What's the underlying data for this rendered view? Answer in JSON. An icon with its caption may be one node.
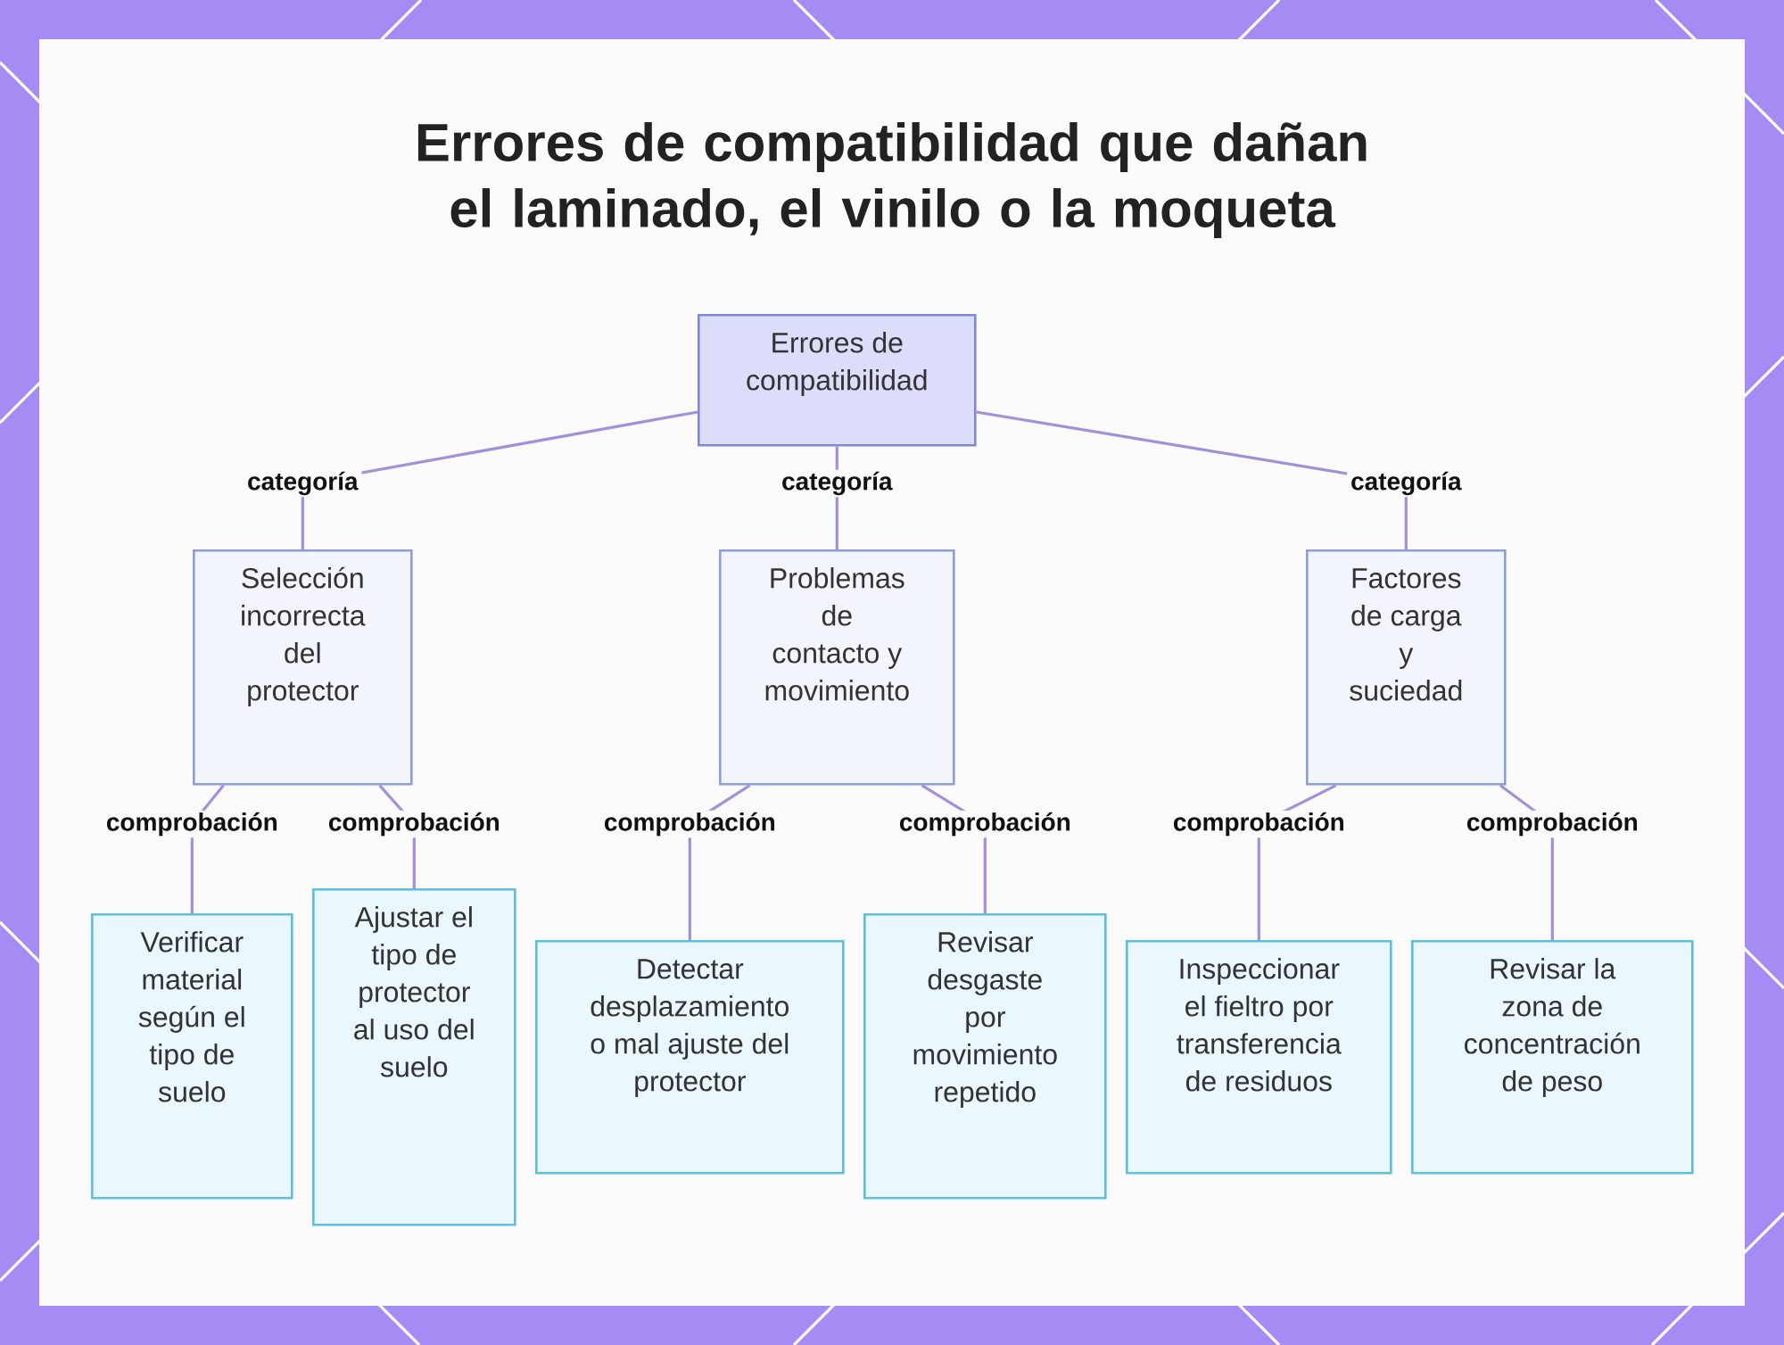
{
  "diagram": {
    "title": "Errores de compatibilidad que dañan el laminado, el vinilo o la moqueta",
    "nodes": [
      {
        "text": [
          "Errores de compatibilidad"
        ]
      },
      {
        "text": [
          "Selección incorrecta del protector"
        ]
      },
      {
        "text": [
          "Problemas de contacto y movimiento"
        ]
      },
      {
        "text": [
          "Factores de carga y suciedad"
        ]
      },
      {
        "text": [
          "Verificar material según el tipo de suelo"
        ]
      },
      {
        "text": [
          "Ajustar el tipo de protector al uso del suelo"
        ]
      },
      {
        "text": [
          "Detectar desplazamiento o mal ajuste del protector"
        ]
      },
      {
        "text": [
          "Revisar desgaste por movimiento repetido"
        ]
      },
      {
        "text": [
          "Inspeccionar el fieltro por transferencia de residuos"
        ]
      },
      {
        "text": [
          "Revisar la zona de concentración de peso"
        ]
      }
    ],
    "edges": [
      {
        "from": 0,
        "to": 1,
        "arrow": "none",
        "label": "categoría"
      },
      {
        "from": 0,
        "to": 2,
        "arrow": "none",
        "label": "categoría"
      },
      {
        "from": 0,
        "to": 3,
        "arrow": "none",
        "label": "categoría"
      },
      {
        "from": 1,
        "to": 4,
        "arrow": "none",
        "label": "comprobación"
      },
      {
        "from": 1,
        "to": 5,
        "arrow": "none",
        "label": "comprobación"
      },
      {
        "from": 2,
        "to": 6,
        "arrow": "none",
        "label": "comprobación"
      },
      {
        "from": 2,
        "to": 7,
        "arrow": "none",
        "label": "comprobación"
      },
      {
        "from": 3,
        "to": 8,
        "arrow": "none",
        "label": "comprobación"
      },
      {
        "from": 3,
        "to": 9,
        "arrow": "none",
        "label": "comprobación"
      }
    ]
  }
}
